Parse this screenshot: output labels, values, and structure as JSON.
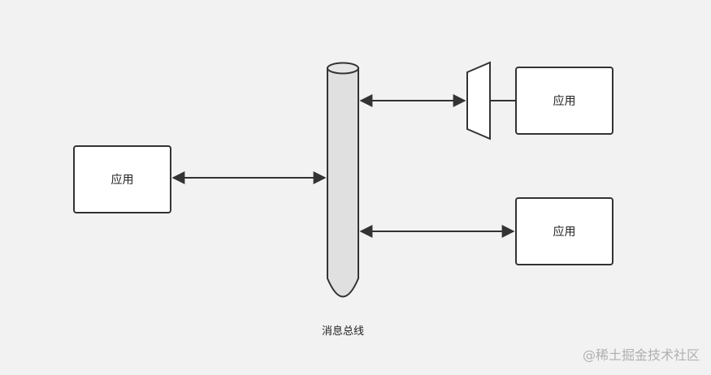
{
  "diagram": {
    "apps": [
      {
        "label": "应用"
      },
      {
        "label": "应用"
      },
      {
        "label": "应用"
      }
    ],
    "bus_label": "消息总线",
    "watermark": "@稀土掘金技术社区"
  },
  "colors": {
    "background": "#f2f2f2",
    "stroke": "#333333",
    "box_fill": "#ffffff",
    "bus_fill": "#e0e0e0",
    "watermark": "#b0b0b0"
  },
  "icons": {
    "adapter": "trapezoid-adapter-icon",
    "bus": "cylinder-bus-icon"
  }
}
